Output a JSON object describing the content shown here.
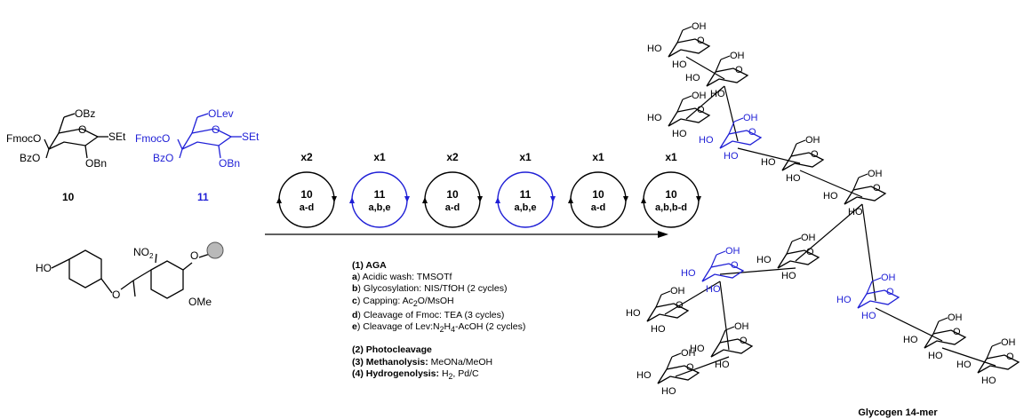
{
  "building_blocks": {
    "bb10": {
      "number": "10",
      "labels": {
        "fmoc": "FmocO",
        "bz_c6": "OBz",
        "bz_c3": "BzO",
        "set": "SEt",
        "obn": "OBn",
        "ring_o": "O"
      }
    },
    "bb11": {
      "number": "11",
      "labels": {
        "fmoc": "FmocO",
        "lev_c6": "OLev",
        "bz_c3": "BzO",
        "set": "SEt",
        "obn": "OBn",
        "ring_o": "O"
      }
    }
  },
  "linker": {
    "labels": {
      "ho": "HO",
      "no2": "O",
      "no2_sub": "2",
      "no2_prefix": "N",
      "ome": "OMe",
      "ether_o": "O",
      "aryl_o": "O"
    }
  },
  "cycles": [
    {
      "multiplier": "x2",
      "block": "10",
      "steps": "a-d",
      "color": "#000000"
    },
    {
      "multiplier": "x1",
      "block": "11",
      "steps": "a,b,e",
      "color": "#1f1fd6"
    },
    {
      "multiplier": "x2",
      "block": "10",
      "steps": "a-d",
      "color": "#000000"
    },
    {
      "multiplier": "x1",
      "block": "11",
      "steps": "a,b,e",
      "color": "#1f1fd6"
    },
    {
      "multiplier": "x1",
      "block": "10",
      "steps": "a-d",
      "color": "#000000"
    },
    {
      "multiplier": "x1",
      "block": "10",
      "steps": "a,b,b-d",
      "color": "#000000"
    }
  ],
  "legend": {
    "aga_title": "(1) AGA",
    "steps": [
      {
        "key": "a",
        "text": ") Acidic wash: TMSOTf"
      },
      {
        "key": "b",
        "text": ") Glycosylation: NIS/TfOH (2 cycles)"
      },
      {
        "key": "c",
        "text": ") Capping: Ac",
        "sub": "2",
        "tail": "O/MsOH"
      },
      {
        "key": "d",
        "text": ") Cleavage of Fmoc: TEA (3 cycles)"
      },
      {
        "key": "e",
        "text": ") Cleavage of Lev:N",
        "sub": "2",
        "mid": "H",
        "sub2": "4",
        "tail": "-AcOH (2 cycles)"
      }
    ],
    "photocleavage": "(2) Photocleavage",
    "methanolysis_title": "(3) Methanolysis:",
    "methanolysis_text": " MeONa/MeOH",
    "hydrogenolysis_title": "(4) Hydrogenolysis:",
    "hydrogenolysis_text": " H",
    "hydrogenolysis_sub": "2",
    "hydrogenolysis_tail": ", Pd/C"
  },
  "product": {
    "title": "Glycogen 14-mer",
    "labels": {
      "ho": "HO",
      "oh": "OH",
      "o": "O"
    }
  },
  "colors": {
    "black": "#000000",
    "blue": "#1f1fd6"
  }
}
